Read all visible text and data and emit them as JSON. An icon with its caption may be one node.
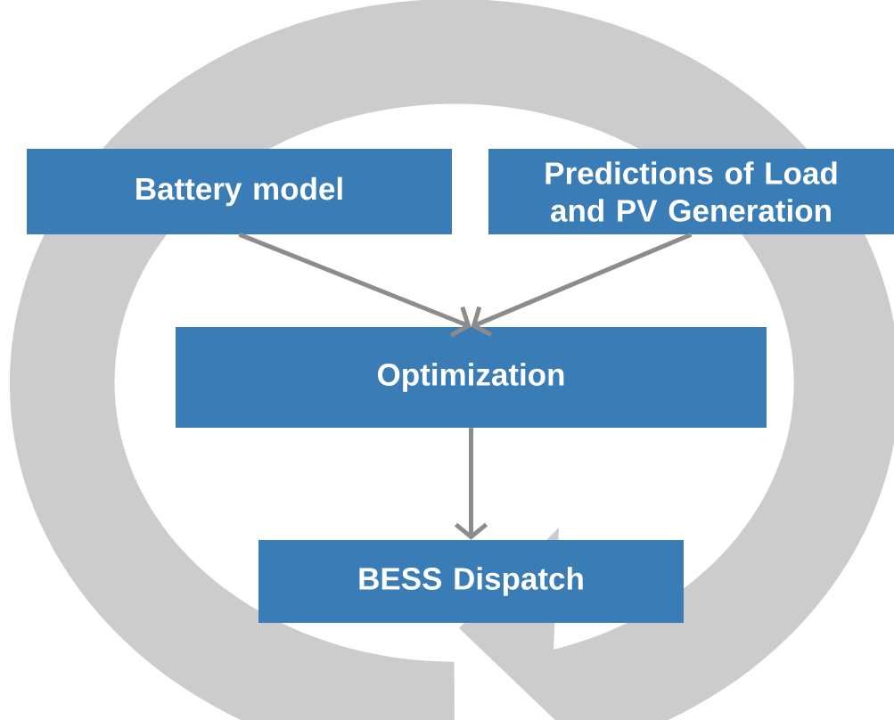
{
  "diagram": {
    "nodes": [
      {
        "text": [
          "Battery model"
        ]
      },
      {
        "text": [
          "Predictions of Load and PV Generation"
        ]
      },
      {
        "text": [
          "Optimization"
        ]
      },
      {
        "text": [
          "BESS Dispatch"
        ]
      }
    ],
    "edges": [
      {
        "from": 0,
        "to": 2,
        "arrow": "to"
      },
      {
        "from": 1,
        "to": 2,
        "arrow": "to"
      },
      {
        "from": 2,
        "to": 3,
        "arrow": "to"
      }
    ]
  }
}
